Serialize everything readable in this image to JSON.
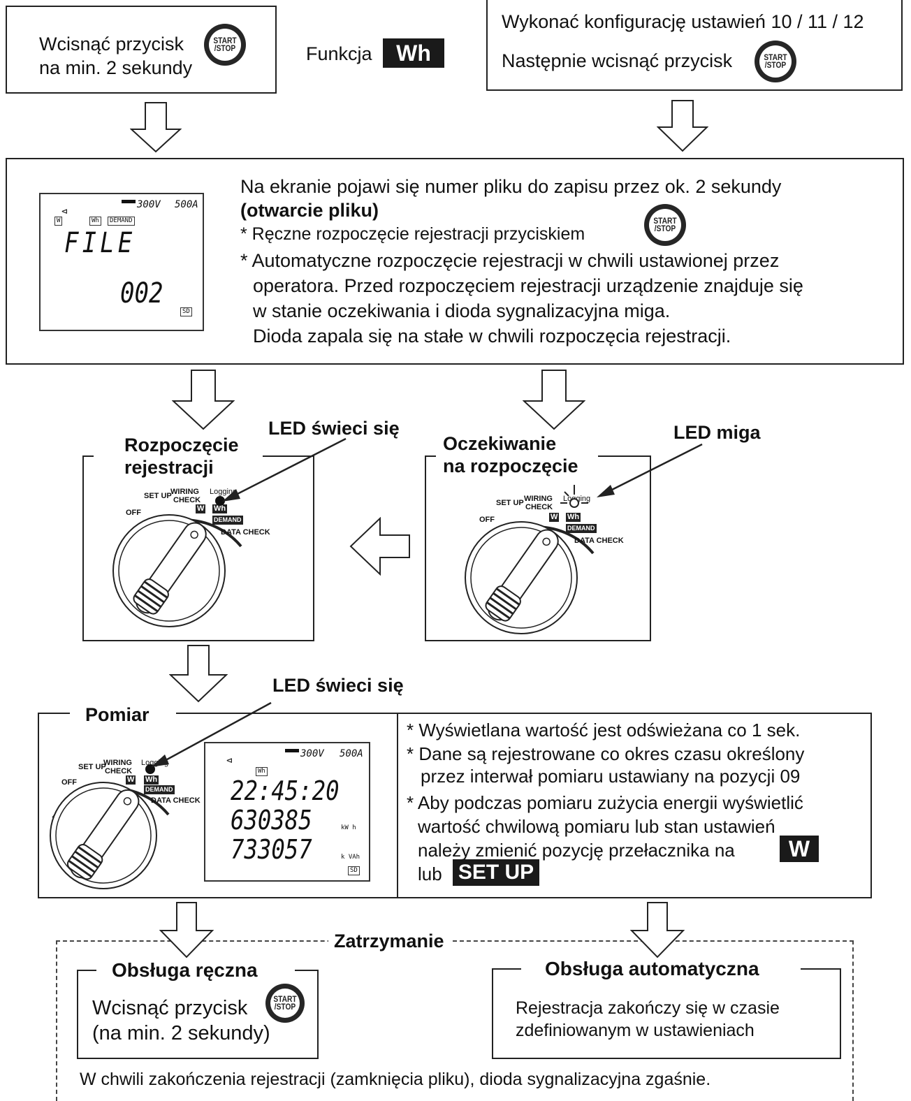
{
  "step1_manual": {
    "line1": "Wcisnąć przycisk",
    "line2": "na min. 2 sekundy"
  },
  "function_label": {
    "text": "Funkcja",
    "badge": "Wh"
  },
  "step1_auto": {
    "line1": "Wykonać konfigurację ustawień 10 / 11 / 12",
    "line2": "Następnie wcisnąć przycisk"
  },
  "start_stop_button": {
    "line1": "START",
    "line2": "/STOP"
  },
  "file_step": {
    "line1": "Na ekranie pojawi się numer pliku do zapisu przez ok. 2 sekundy",
    "line2": "(otwarcie pliku)",
    "note1": "* Ręczne rozpoczęcie rejestracji przyciskiem",
    "note2_a": "* Automatyczne rozpoczęcie rejestracji w chwili ustawionej przez",
    "note2_b": "operatora. Przed rozpoczęciem rejestracji  urządzenie znajduje się",
    "note2_c": "w stanie oczekiwania i dioda sygnalizacyjna miga.",
    "note2_d": "Dioda zapala się na stałe w chwili rozpoczęcia rejestracji."
  },
  "lcd_file": {
    "range_v": "300V",
    "range_a": "500A",
    "tags": [
      "W",
      "Wh",
      "DEMAND"
    ],
    "word": "FILE",
    "number": "002",
    "sd": "SD"
  },
  "start_panel": {
    "title1": "Rozpoczęcie",
    "title2": "rejestracji",
    "led": "LED świeci się"
  },
  "wait_panel": {
    "title1": "Oczekiwanie",
    "title2": "na rozpoczęcie",
    "led": "LED miga"
  },
  "dial": {
    "off": "OFF",
    "setup": "SET UP",
    "wiring": "WIRING",
    "check": "CHECK",
    "logging": "Logging",
    "w": "W",
    "wh": "Wh",
    "demand": "DEMAND",
    "data_check": "DATA CHECK"
  },
  "measure_panel": {
    "title": "Pomiar",
    "led": "LED świeci się",
    "note1": "* Wyświetlana wartość jest odświeżana co 1 sek.",
    "note2_a": "* Dane są rejestrowane co okres czasu określony",
    "note2_b": "przez interwał pomiaru ustawiany na pozycji 09",
    "note3_a": "* Aby podczas pomiaru zużycia energii wyświetlić",
    "note3_b": "wartość chwilową pomiaru lub stan ustawień",
    "note3_c": "należy zmienić pozycję przełacznika na",
    "badge_w": "W",
    "or": "lub",
    "badge_setup": "SET UP"
  },
  "lcd_measure": {
    "range_v": "300V",
    "range_a": "500A",
    "tag": "Wh",
    "time": "22:45:20",
    "value1": "630385",
    "unit1": "kW h",
    "value2": "733057",
    "unit2": "k VAh",
    "sd": "SD"
  },
  "stop_section": {
    "title": "Zatrzymanie",
    "manual_title": "Obsługa ręczna",
    "manual_line1": "Wcisnąć przycisk",
    "manual_line2": "(na min. 2 sekundy)",
    "auto_title": "Obsługa automatyczna",
    "auto_line1": "Rejestracja zakończy się w czasie",
    "auto_line2": "zdefiniowanym w ustawieniach",
    "footer": "W chwili zakończenia rejestracji (zamknięcia pliku), dioda sygnalizacyjna zgaśnie."
  }
}
